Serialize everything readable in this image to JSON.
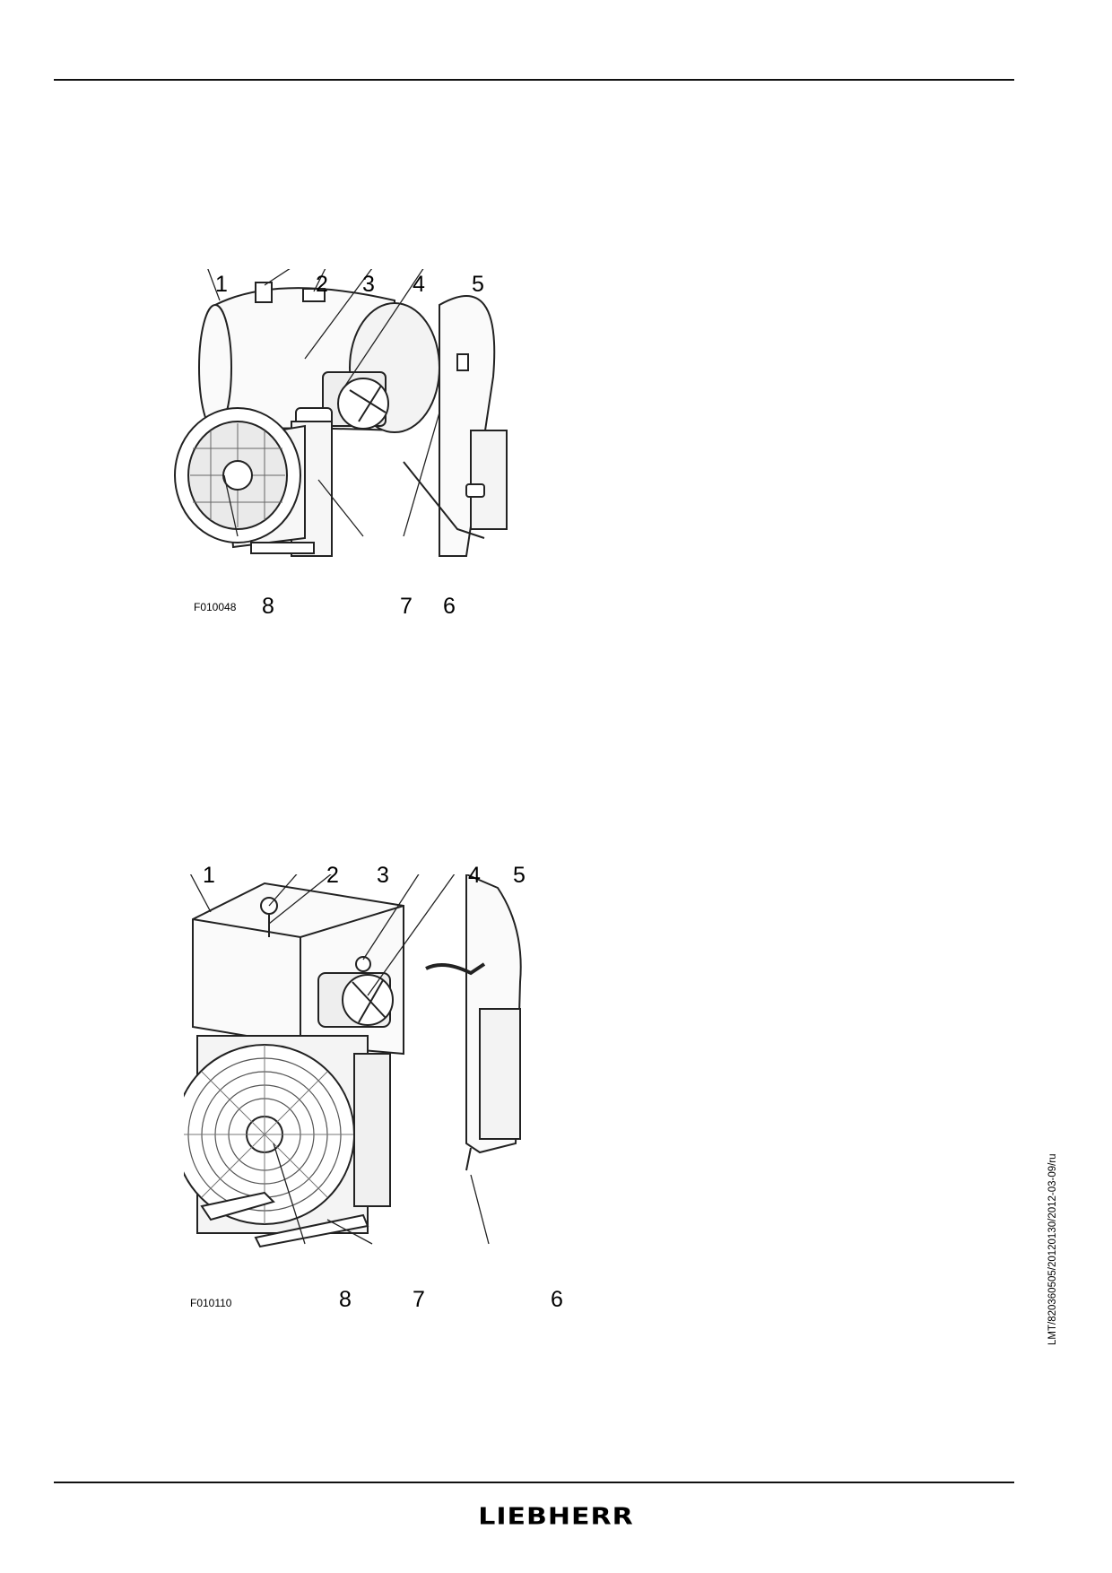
{
  "figure1": {
    "code": "F010048",
    "callouts": [
      "1",
      "2",
      "3",
      "4",
      "5",
      "6",
      "7",
      "8"
    ]
  },
  "figure2": {
    "code": "F010110",
    "callouts": [
      "1",
      "2",
      "3",
      "4",
      "5",
      "6",
      "7",
      "8"
    ]
  },
  "side_reference": "LMT/820360505/20120130/2012-03-09/ru",
  "footer": {
    "brand": "LIEBHERR"
  }
}
